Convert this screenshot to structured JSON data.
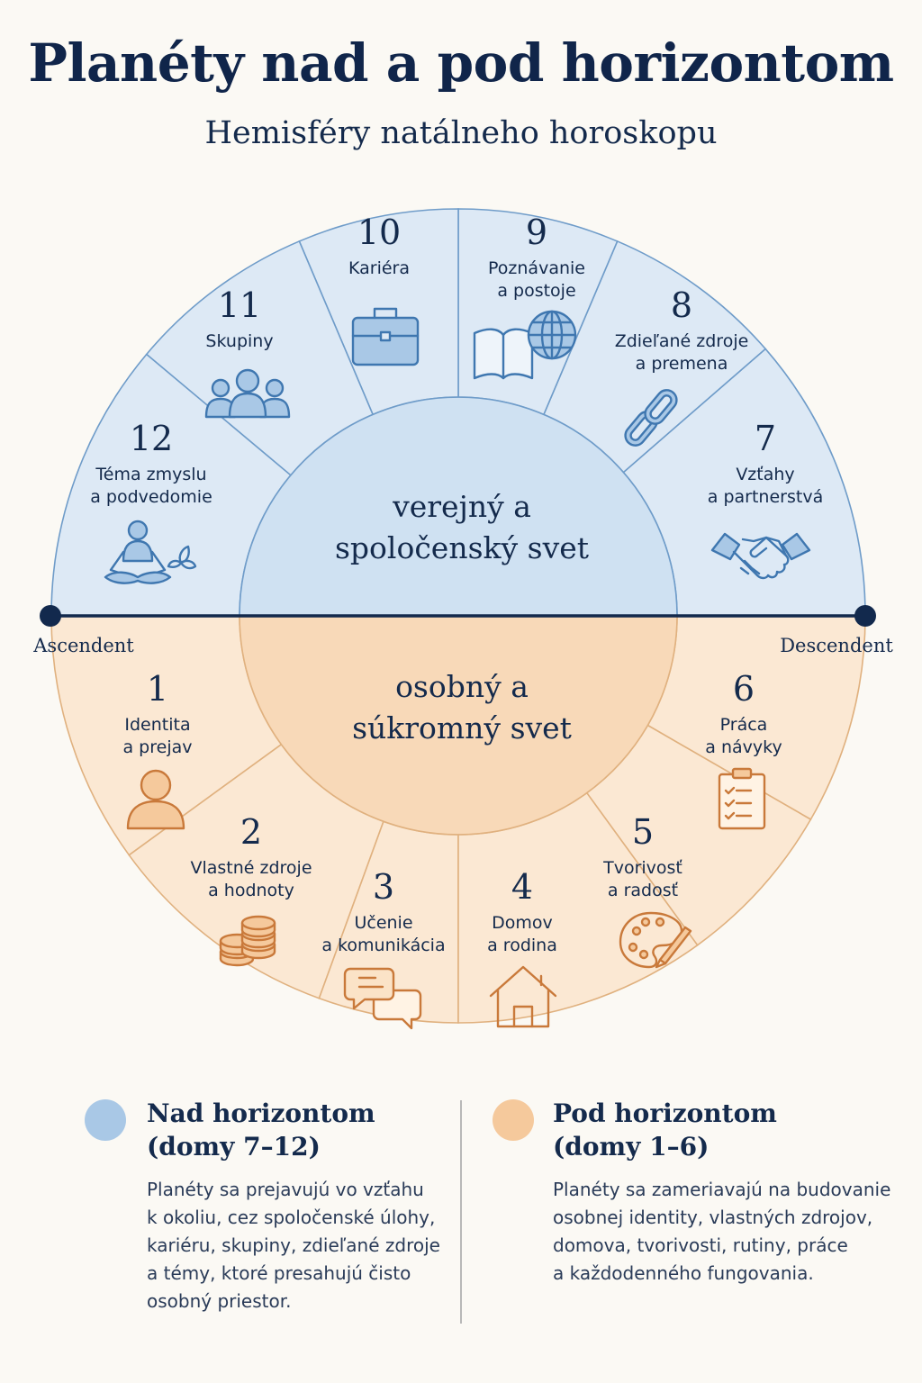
{
  "title": "Planéty nad a pod horizontom",
  "subtitle": "Hemisféry natálneho horoskopu",
  "colors": {
    "upper_fill": "#dde9f5",
    "upper_stroke": "#6f9cc9",
    "upper_icon": "#3f77b0",
    "upper_icon_fill": "#a9c8e6",
    "upper_center": "#cfe1f2",
    "lower_fill": "#fbe8d3",
    "lower_stroke": "#e0b17f",
    "lower_icon": "#c9793a",
    "lower_icon_fill": "#f5c99c",
    "lower_center": "#f8d9b8",
    "horizon": "#12294d"
  },
  "diagram": {
    "upper_center_label": [
      "verejný a",
      "spoločenský svet"
    ],
    "lower_center_label": [
      "osobný a",
      "súkromný svet"
    ],
    "ascendent": "Ascendent",
    "descendent": "Descendent",
    "houses": [
      {
        "num": "1",
        "lines": [
          "Identita",
          "a prejav"
        ],
        "icon": "person-icon"
      },
      {
        "num": "2",
        "lines": [
          "Vlastné zdroje",
          "a hodnoty"
        ],
        "icon": "coins-icon"
      },
      {
        "num": "3",
        "lines": [
          "Učenie",
          "a komunikácia"
        ],
        "icon": "chat-bubbles-icon"
      },
      {
        "num": "4",
        "lines": [
          "Domov",
          "a rodina"
        ],
        "icon": "house-icon"
      },
      {
        "num": "5",
        "lines": [
          "Tvorivosť",
          "a radosť"
        ],
        "icon": "palette-icon"
      },
      {
        "num": "6",
        "lines": [
          "Práca",
          "a návyky"
        ],
        "icon": "clipboard-icon"
      },
      {
        "num": "7",
        "lines": [
          "Vzťahy",
          "a partnerstvá"
        ],
        "icon": "handshake-icon"
      },
      {
        "num": "8",
        "lines": [
          "Zdieľané zdroje",
          "a premena"
        ],
        "icon": "chain-link-icon"
      },
      {
        "num": "9",
        "lines": [
          "Poznávanie",
          "a postoje"
        ],
        "icon": "book-globe-icon"
      },
      {
        "num": "10",
        "lines": [
          "Kariéra"
        ],
        "icon": "briefcase-icon"
      },
      {
        "num": "11",
        "lines": [
          "Skupiny"
        ],
        "icon": "group-icon"
      },
      {
        "num": "12",
        "lines": [
          "Téma zmyslu",
          "a podvedomie"
        ],
        "icon": "meditation-icon"
      }
    ]
  },
  "legend": {
    "above": {
      "title_lines": [
        "Nad horizontom",
        "(domy 7–12)"
      ],
      "text_lines": [
        "Planéty sa prejavujú vo vzťahu",
        "k okoliu, cez spoločenské úlohy,",
        "kariéru, skupiny, zdieľané zdroje",
        "a témy, ktoré presahujú čisto",
        "osobný priestor."
      ],
      "dot_color": "#a9c8e6"
    },
    "below": {
      "title_lines": [
        "Pod horizontom",
        "(domy 1–6)"
      ],
      "text_lines": [
        "Planéty sa zameriavajú na budovanie",
        "osobnej identity, vlastných zdrojov,",
        "domova, tvorivosti, rutiny, práce",
        "a každodenného fungovania."
      ],
      "dot_color": "#f5c99c"
    }
  }
}
